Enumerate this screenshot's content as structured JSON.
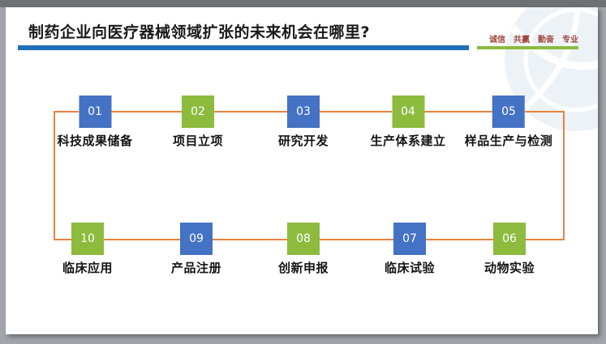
{
  "header": {
    "title": "制药企业向医疗器械领域扩张的未来机会在哪里?",
    "values": [
      "诚信",
      "共赢",
      "勤奋",
      "专业"
    ],
    "underline_blue_color": "#1E6FB8",
    "underline_green_color": "#8CBB3E",
    "values_color": "#9E463E"
  },
  "flow": {
    "colors": {
      "blue": "#4472C4",
      "green": "#8CBB3E",
      "connector": "#E8823C"
    },
    "top_row": [
      {
        "num": "01",
        "label": "科技成果储备",
        "color": "blue"
      },
      {
        "num": "02",
        "label": "项目立项",
        "color": "green"
      },
      {
        "num": "03",
        "label": "研究开发",
        "color": "blue"
      },
      {
        "num": "04",
        "label": "生产体系建立",
        "color": "green"
      },
      {
        "num": "05",
        "label": "样品生产与检测",
        "color": "blue"
      }
    ],
    "bottom_row": [
      {
        "num": "10",
        "label": "临床应用",
        "color": "green"
      },
      {
        "num": "09",
        "label": "产品注册",
        "color": "blue"
      },
      {
        "num": "08",
        "label": "创新申报",
        "color": "green"
      },
      {
        "num": "07",
        "label": "临床试验",
        "color": "blue"
      },
      {
        "num": "06",
        "label": "动物实验",
        "color": "green"
      }
    ]
  }
}
